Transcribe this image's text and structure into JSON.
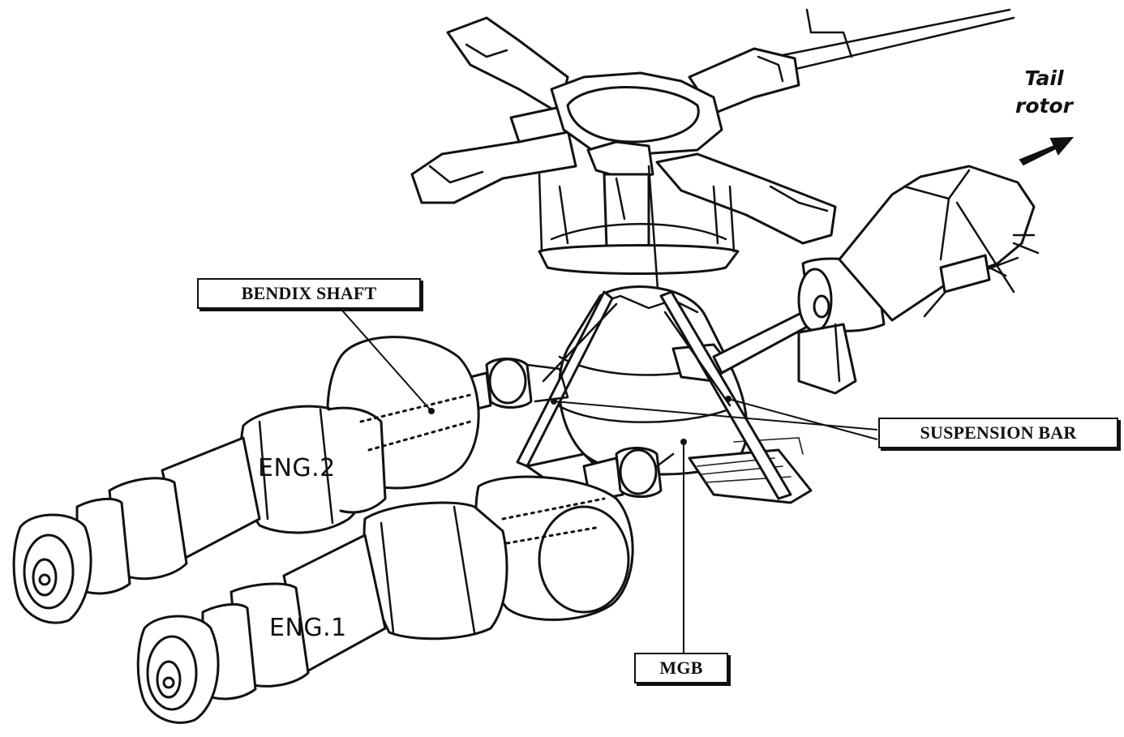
{
  "labels": {
    "bendix_shaft": "BENDIX SHAFT",
    "suspension_bar": "SUSPENSION BAR",
    "mgb": "MGB",
    "eng2": "ENG.2",
    "eng1": "ENG.1",
    "tail_line1": "Tail",
    "tail_line2": "rotor"
  }
}
